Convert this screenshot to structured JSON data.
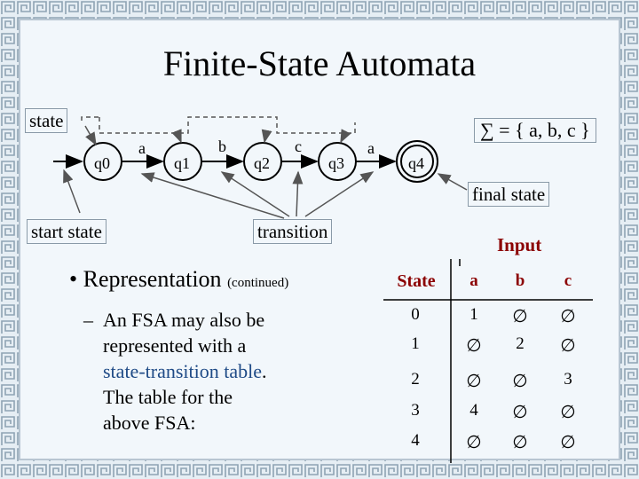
{
  "title": "Finite-State Automata",
  "callouts": {
    "state": "state",
    "start_state": "start state",
    "transition": "transition",
    "final_state": "final state"
  },
  "alphabet": "∑ = { a, b, c }",
  "states": [
    "q0",
    "q1",
    "q2",
    "q3",
    "q4"
  ],
  "transitions": [
    {
      "from": "q0",
      "to": "q1",
      "symbol": "a"
    },
    {
      "from": "q1",
      "to": "q2",
      "symbol": "b"
    },
    {
      "from": "q2",
      "to": "q3",
      "symbol": "c"
    },
    {
      "from": "q3",
      "to": "q4",
      "symbol": "a"
    }
  ],
  "bullet": {
    "text": "Representation",
    "note": "(continued)"
  },
  "sub_bullet": {
    "line1": "An FSA may also be",
    "line2": "represented with a",
    "highlight": "state-transition table",
    "after_highlight": ".",
    "line4": "The table for the",
    "line5": "above FSA:"
  },
  "table": {
    "input_label": "Input",
    "state_label": "State",
    "columns": [
      "a",
      "b",
      "c"
    ],
    "rows": [
      {
        "state": "0",
        "cells": [
          "1",
          "∅",
          "∅"
        ]
      },
      {
        "state": "1",
        "cells": [
          "∅",
          "2",
          "∅"
        ]
      },
      {
        "state": "2",
        "cells": [
          "∅",
          "∅",
          "3"
        ]
      },
      {
        "state": "3",
        "cells": [
          "4",
          "∅",
          "∅"
        ]
      },
      {
        "state": "4",
        "cells": [
          "∅",
          "∅",
          "∅"
        ]
      }
    ]
  },
  "colors": {
    "background": "#f2f7fb",
    "border_pattern": "#8fa3b4",
    "table_header": "#8b0000",
    "highlight_text": "#1e4a86"
  }
}
